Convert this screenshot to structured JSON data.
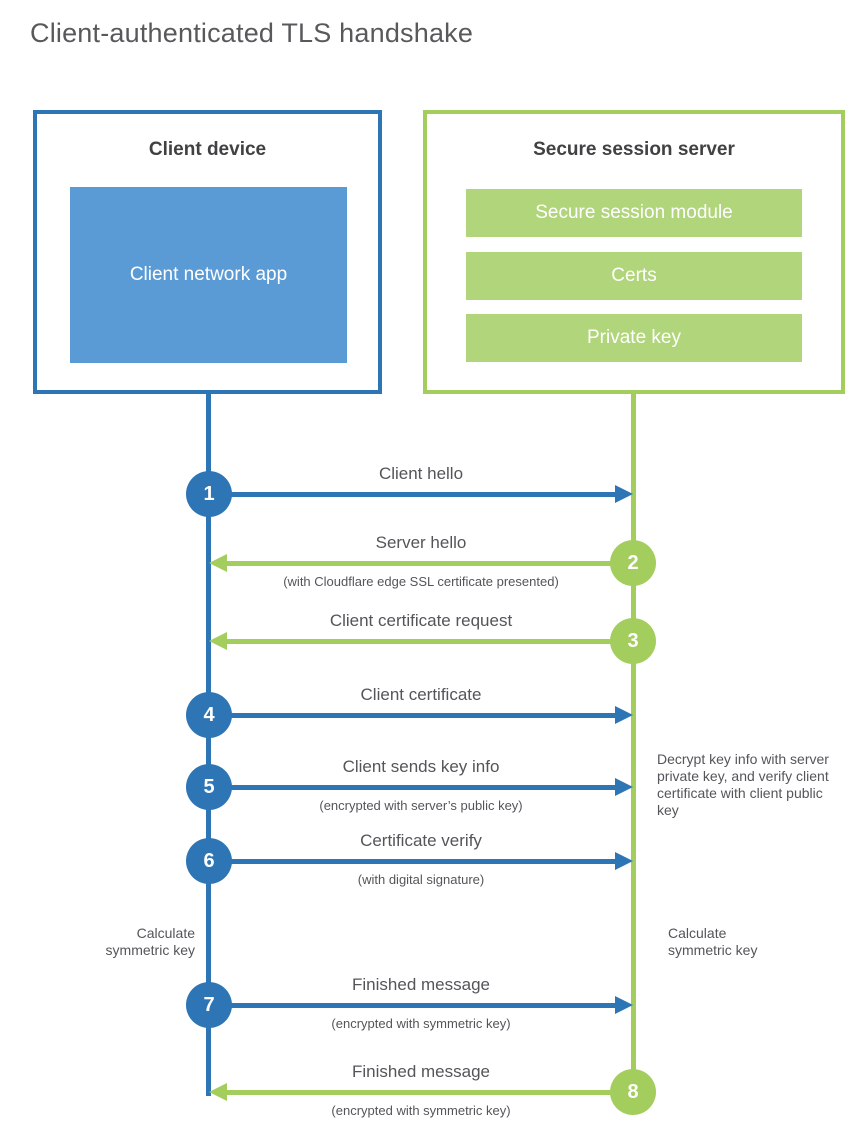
{
  "title": "Client-authenticated TLS handshake",
  "colors": {
    "client_accent": "#2e75b6",
    "client_fill": "#5b9bd5",
    "server_accent": "#a3cd5d",
    "server_fill": "#b1d57b",
    "heading_text": "#414042",
    "label_text": "#54555a",
    "title_text": "#58595b"
  },
  "client_box": {
    "title": "Client device",
    "app_label": "Client network app"
  },
  "server_box": {
    "title": "Secure session server",
    "modules": [
      "Secure session module",
      "Certs",
      "Private key"
    ]
  },
  "steps": [
    {
      "number": "1",
      "actor": "client",
      "direction": "right",
      "label": "Client hello",
      "sublabel": ""
    },
    {
      "number": "2",
      "actor": "server",
      "direction": "left",
      "label": "Server hello",
      "sublabel": "(with Cloudflare edge SSL certificate presented)"
    },
    {
      "number": "3",
      "actor": "server",
      "direction": "left",
      "label": "Client certificate request",
      "sublabel": ""
    },
    {
      "number": "4",
      "actor": "client",
      "direction": "right",
      "label": "Client certificate",
      "sublabel": ""
    },
    {
      "number": "5",
      "actor": "client",
      "direction": "right",
      "label": "Client sends key info",
      "sublabel": "(encrypted with server’s public key)"
    },
    {
      "number": "6",
      "actor": "client",
      "direction": "right",
      "label": "Certificate verify",
      "sublabel": "(with digital signature)"
    },
    {
      "number": "7",
      "actor": "client",
      "direction": "right",
      "label": "Finished message",
      "sublabel": "(encrypted with symmetric key)"
    },
    {
      "number": "8",
      "actor": "server",
      "direction": "left",
      "label": "Finished message",
      "sublabel": "(encrypted with symmetric key)"
    }
  ],
  "annotations": {
    "server_note": "Decrypt key info with server private key, and verify client certificate with client public key",
    "client_calc": "Calculate symmetric key",
    "server_calc": "Calculate symmetric key"
  }
}
